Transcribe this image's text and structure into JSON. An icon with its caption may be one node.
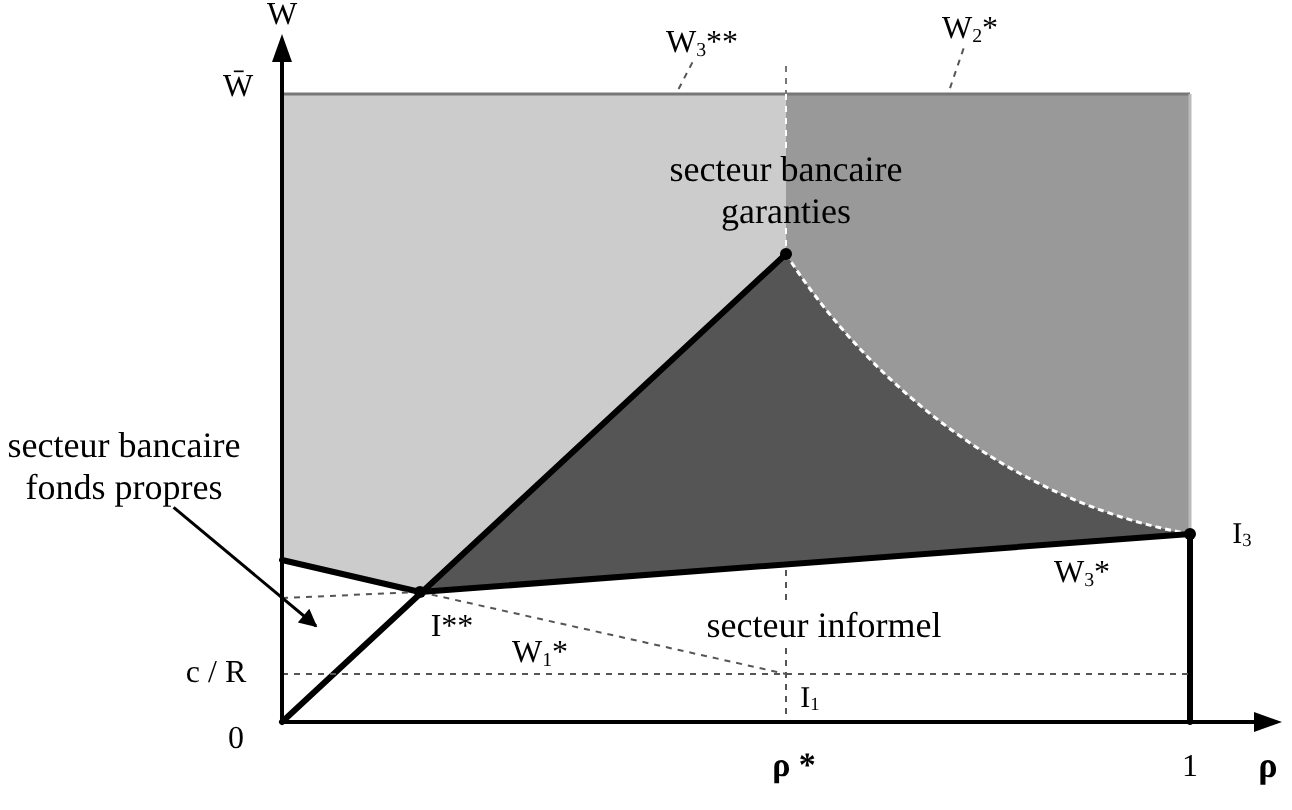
{
  "diagram": {
    "nodes": [
      {
        "text": [
          "secteur bancaire fonds propres"
        ]
      },
      {
        "text": [
          "W$_{3}$**"
        ]
      },
      {
        "text": [
          "W$_{2}$*"
        ]
      }
    ],
    "edges": [
      {
        "from": 0,
        "to": null,
        "arrow": "to"
      },
      {
        "from": 1,
        "to": null,
        "arrow": "none",
        "style": "dashed"
      },
      {
        "from": 2,
        "to": null,
        "arrow": "none",
        "style": "dashed"
      }
    ],
    "labels": [
      "W",
      "W̄",
      "secteur bancaire garanties",
      "I$_{3}$",
      "W$_{3}$*",
      "I**",
      "W$_{1}$*",
      "secteur informel",
      "c / R",
      "I$_{1}$",
      "0",
      "ρ *",
      "1",
      "ρ"
    ]
  }
}
